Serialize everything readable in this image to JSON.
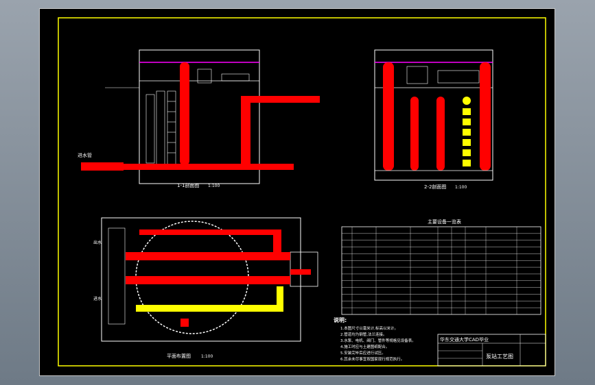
{
  "views": {
    "section_1_1": {
      "title": "1-1剖面图",
      "scale": "1:100",
      "label_inlet": "进水管"
    },
    "section_2_2": {
      "title": "2-2剖面图",
      "scale": "1:100"
    },
    "plan": {
      "title": "平面布置图",
      "scale": "1:100",
      "label_top": "出水",
      "label_bottom": "进水"
    }
  },
  "equipment_table": {
    "title": "主要设备一览表",
    "rows": 12
  },
  "notes": {
    "heading": "说明:",
    "items": [
      "1.本图尺寸以毫米计,标高以米计。",
      "2.管道均为钢管,法兰连接。",
      "3.水泵、电机、阀门、管件等规格见设备表。",
      "4.施工时应与土建图纸配合。",
      "5.安装完毕后应进行试压。",
      "6.其余未尽事宜按国家现行规范执行。"
    ]
  },
  "title_block": {
    "university": "华东交通大学CAD毕业",
    "drawing_name": "泵站工艺图"
  },
  "colors": {
    "pipe_red": "#ff0000",
    "pipe_yellow": "#ffff00",
    "line_white": "#ffffff",
    "accent_magenta": "#ff00ff",
    "frame_yellow": "#ffff00"
  }
}
